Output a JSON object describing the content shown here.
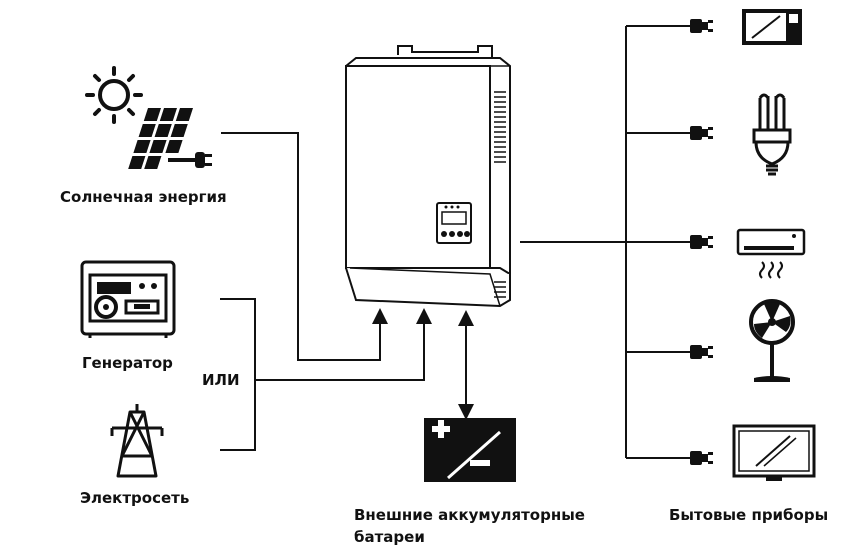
{
  "labels": {
    "solar": "Солнечная энергия",
    "generator": "Генератор",
    "grid": "Электросеть",
    "or": "ИЛИ",
    "battery_line1": "Внешние аккумуляторные",
    "battery_line2": "батареи",
    "appliances": "Бытовые приборы"
  },
  "icons": {
    "solar": "solar-panel-sun-icon",
    "generator": "generator-icon",
    "grid": "power-tower-icon",
    "battery": "battery-icon",
    "inverter": "inverter-icon",
    "microwave": "microwave-icon",
    "lamp": "lamp-icon",
    "air_conditioner": "air-conditioner-icon",
    "fan": "fan-icon",
    "tv": "tv-icon"
  },
  "colors": {
    "line": "#111111",
    "icon": "#111111",
    "background": "#ffffff"
  }
}
